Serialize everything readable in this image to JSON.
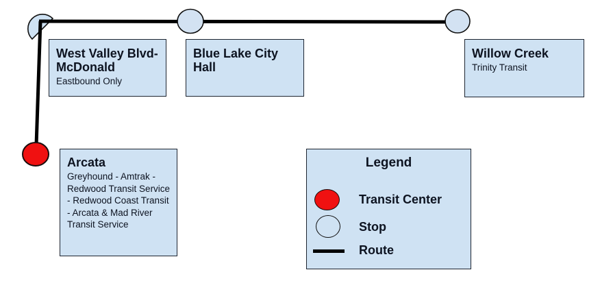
{
  "diagram": {
    "type": "transit-route-map",
    "stops": [
      {
        "label": "West Valley Blvd-McDonald",
        "sublabel": "Eastbound Only",
        "type": "stop"
      },
      {
        "label": "Blue Lake City Hall",
        "sublabel": "",
        "type": "stop"
      },
      {
        "label": "Willow Creek",
        "sublabel": "Trinity Transit",
        "type": "stop"
      },
      {
        "label": "Arcata",
        "sublabel": "Greyhound - Amtrak - Redwood Transit Service - Redwood Coast Transit - Arcata & Mad River Transit Service",
        "type": "transit_center"
      }
    ],
    "legend": {
      "title": "Legend",
      "items": [
        {
          "symbol": "transit-center-circle",
          "label": "Transit Center"
        },
        {
          "symbol": "stop-circle",
          "label": "Stop"
        },
        {
          "symbol": "route-line",
          "label": "Route"
        }
      ]
    },
    "colors": {
      "background": "#ffffff",
      "box_fill": "#cfe2f3",
      "box_border": "#1d2430",
      "route_line": "#000000",
      "stop_fill": "#d3e2f2",
      "stop_border": "#0f0f0f",
      "transit_center_fill": "#f01111",
      "text": "#0d1320"
    }
  }
}
